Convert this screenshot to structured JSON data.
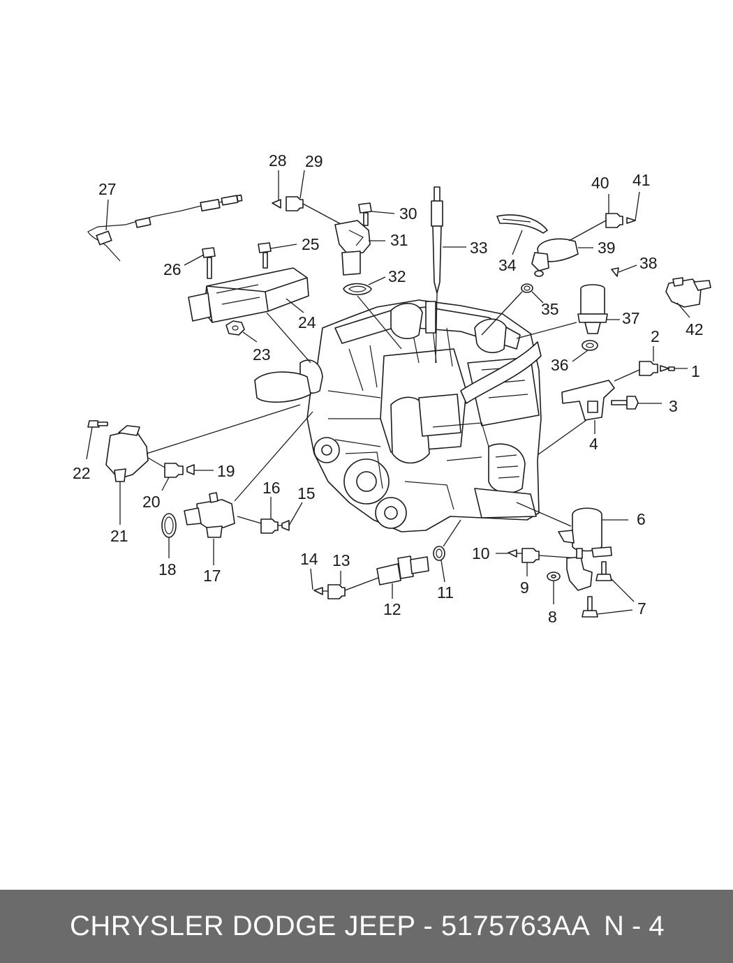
{
  "footer": {
    "title": "CHRYSLER DODGE JEEP - 5175763AA",
    "page": "N - 4",
    "background_color": "#6b6b6b",
    "text_color": "#ffffff"
  },
  "callouts": [
    "1",
    "2",
    "3",
    "4",
    "6",
    "7",
    "8",
    "9",
    "10",
    "11",
    "12",
    "13",
    "14",
    "15",
    "16",
    "17",
    "18",
    "19",
    "20",
    "21",
    "22",
    "23",
    "24",
    "25",
    "26",
    "27",
    "28",
    "29",
    "30",
    "31",
    "32",
    "33",
    "34",
    "35",
    "36",
    "37",
    "38",
    "39",
    "40",
    "41",
    "42"
  ]
}
